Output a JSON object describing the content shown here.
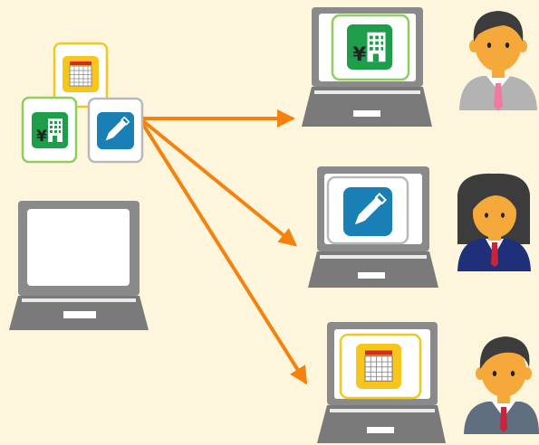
{
  "colors": {
    "background": "#fdf5dc",
    "laptop_frame": "#8a8a8a",
    "laptop_base": "#6e6e6e",
    "arrow": "#f5820f",
    "app_finance_green": "#1e9e4a",
    "app_edit_blue": "#1a7fb5",
    "app_calendar_yellow": "#f7c51b",
    "frame_green": "#8fce5a",
    "frame_yellow": "#f2c81e",
    "frame_gray": "#b9b9b9"
  },
  "icons": {
    "finance": "building-yen-icon",
    "edit": "pencil-icon",
    "calendar": "calendar-grid-icon"
  },
  "people": [
    "man-gray-shirt",
    "woman-navy-suit",
    "man-gray-suit"
  ]
}
